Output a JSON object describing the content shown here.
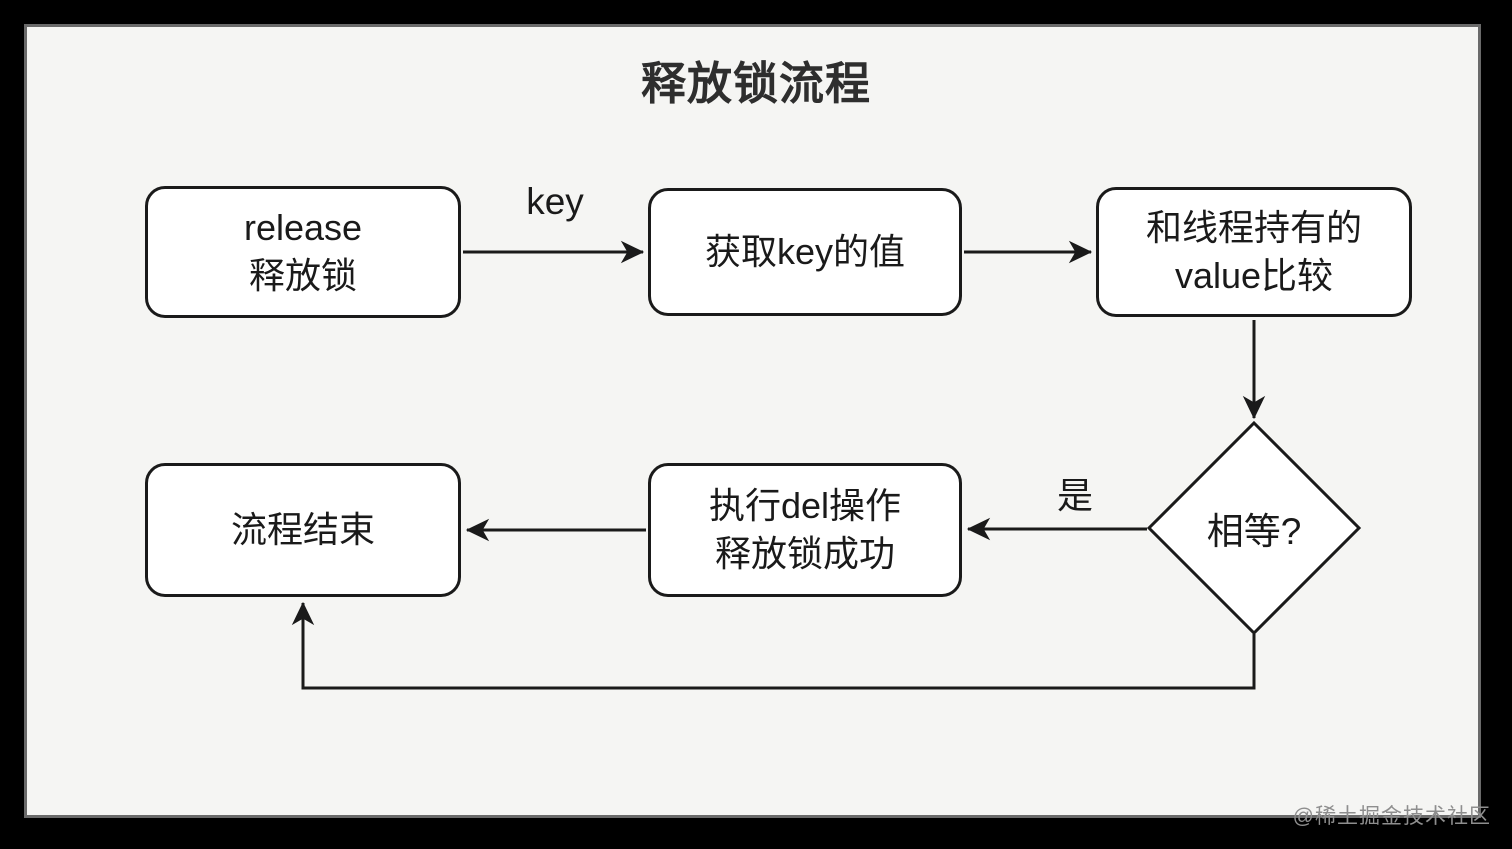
{
  "diagram": {
    "title": "释放锁流程",
    "nodes": {
      "release": {
        "line1": "release",
        "line2": "释放锁"
      },
      "get_key": {
        "line1": "获取key的值"
      },
      "compare": {
        "line1": "和线程持有的",
        "line2": "value比较"
      },
      "equal": {
        "label": "相等?"
      },
      "del": {
        "line1": "执行del操作",
        "line2": "释放锁成功"
      },
      "end": {
        "line1": "流程结束"
      }
    },
    "edge_labels": {
      "key": "key",
      "yes": "是"
    },
    "watermark": "@稀土掘金技术社区",
    "colors": {
      "outer_background": "#000000",
      "frame_border": "#6a6a6a",
      "canvas_background": "#f5f5f3",
      "node_fill": "#ffffff",
      "stroke": "#1a1a1a",
      "watermark_color": "#8e8e8e"
    }
  }
}
